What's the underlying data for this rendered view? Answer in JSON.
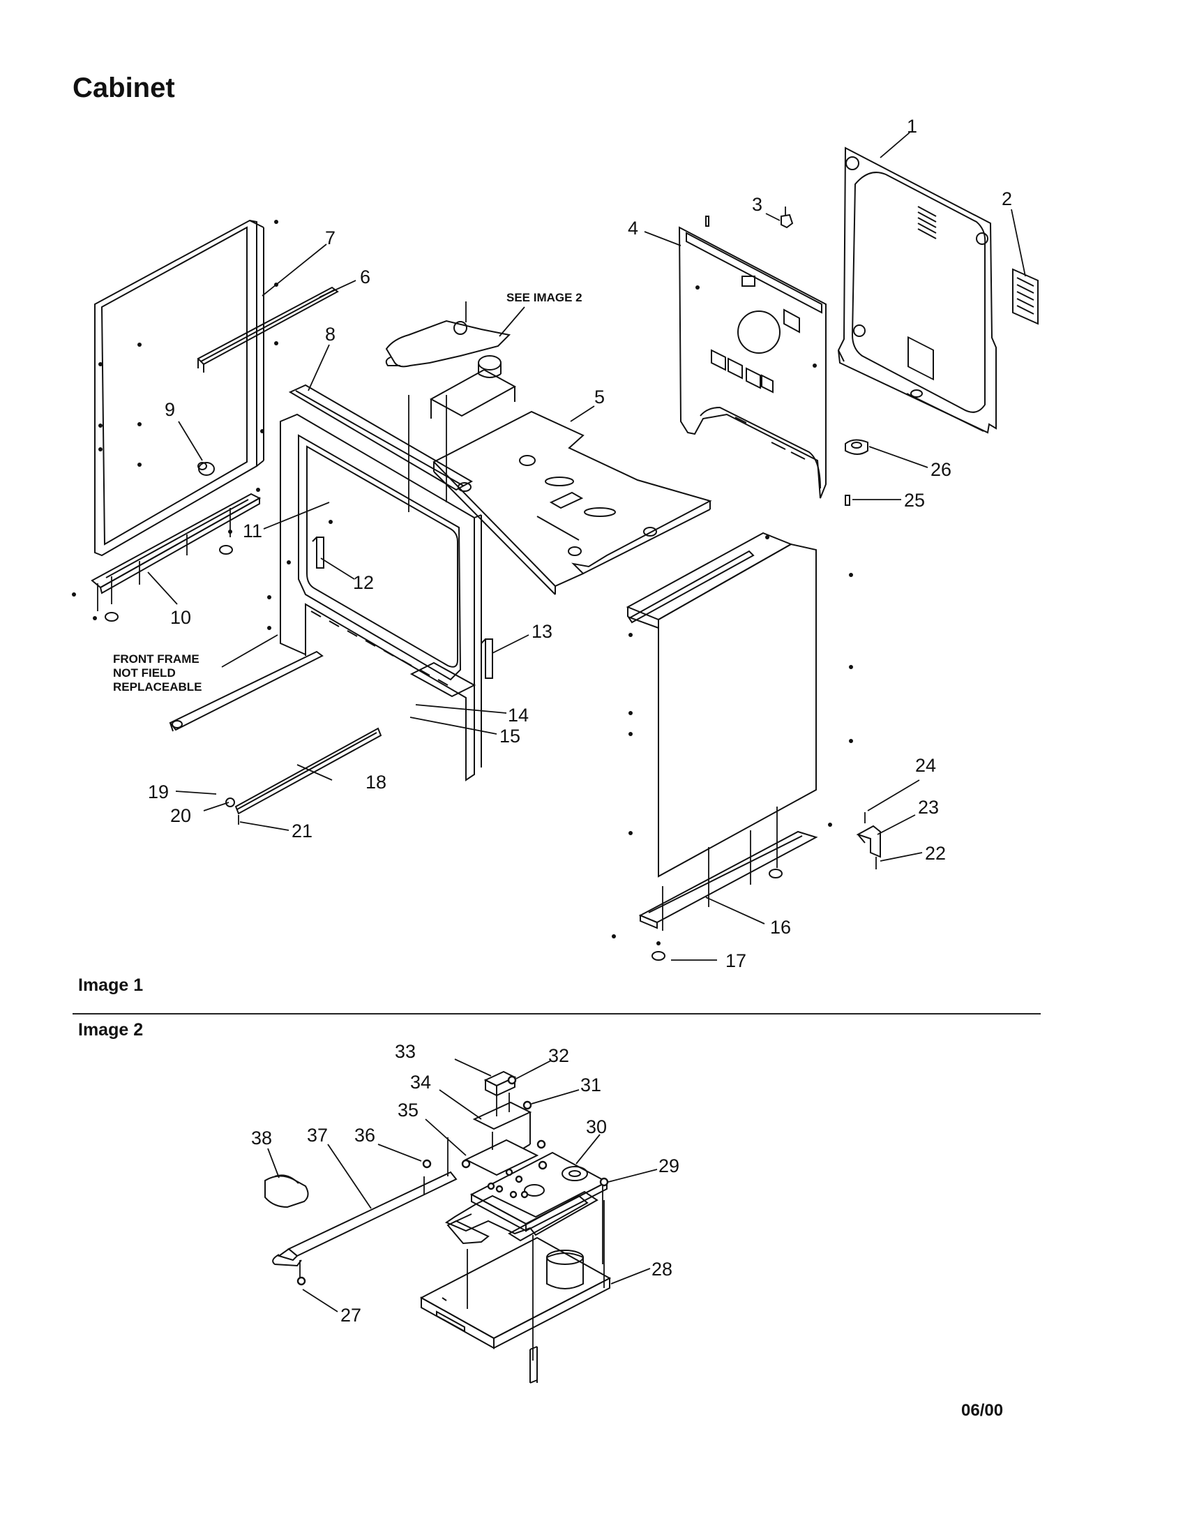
{
  "title": "Cabinet",
  "image1_caption": "Image 1",
  "image2_caption": "Image 2",
  "revision": "06/00",
  "notes": {
    "see_image2": "SEE IMAGE 2",
    "front_frame": [
      "FRONT FRAME",
      "NOT FIELD",
      "REPLACEABLE"
    ]
  },
  "callouts": [
    "1",
    "2",
    "3",
    "4",
    "5",
    "6",
    "7",
    "8",
    "9",
    "10",
    "11",
    "12",
    "13",
    "14",
    "15",
    "16",
    "17",
    "18",
    "19",
    "20",
    "21",
    "22",
    "23",
    "24",
    "25",
    "26",
    "27",
    "28",
    "29",
    "30",
    "31",
    "32",
    "33",
    "34",
    "35",
    "36",
    "37",
    "38"
  ],
  "parts": [
    {
      "id": "1",
      "name": "rear-cover-panel"
    },
    {
      "id": "2",
      "name": "vent-grille"
    },
    {
      "id": "3",
      "name": "bracket-clip"
    },
    {
      "id": "4",
      "name": "back-panel"
    },
    {
      "id": "5",
      "name": "oven-top-panel"
    },
    {
      "id": "6",
      "name": "side-channel-left"
    },
    {
      "id": "7",
      "name": "left-side-panel"
    },
    {
      "id": "8",
      "name": "front-frame-top-strip"
    },
    {
      "id": "9",
      "name": "plug-button"
    },
    {
      "id": "10",
      "name": "left-base-rail"
    },
    {
      "id": "11",
      "name": "screw"
    },
    {
      "id": "12",
      "name": "door-latch-bracket"
    },
    {
      "id": "13",
      "name": "hinge-receptacle"
    },
    {
      "id": "14",
      "name": "screw"
    },
    {
      "id": "15",
      "name": "screw"
    },
    {
      "id": "16",
      "name": "right-base-rail"
    },
    {
      "id": "17",
      "name": "leveling-foot"
    },
    {
      "id": "18",
      "name": "lower-rail"
    },
    {
      "id": "19",
      "name": "screw"
    },
    {
      "id": "20",
      "name": "nut"
    },
    {
      "id": "21",
      "name": "screw"
    },
    {
      "id": "22",
      "name": "screw"
    },
    {
      "id": "23",
      "name": "anti-tip-bracket"
    },
    {
      "id": "24",
      "name": "screw"
    },
    {
      "id": "25",
      "name": "clip"
    },
    {
      "id": "26",
      "name": "grommet"
    },
    {
      "id": "27",
      "name": "screw"
    },
    {
      "id": "28",
      "name": "latch-mounting-bracket"
    },
    {
      "id": "29",
      "name": "screw"
    },
    {
      "id": "30",
      "name": "latch-assembly"
    },
    {
      "id": "31",
      "name": "screw"
    },
    {
      "id": "32",
      "name": "screw"
    },
    {
      "id": "33",
      "name": "switch"
    },
    {
      "id": "34",
      "name": "switch-bracket"
    },
    {
      "id": "35",
      "name": "latch-plate"
    },
    {
      "id": "36",
      "name": "screw"
    },
    {
      "id": "37",
      "name": "latch-handle-arm"
    },
    {
      "id": "38",
      "name": "latch-handle-knob"
    }
  ]
}
